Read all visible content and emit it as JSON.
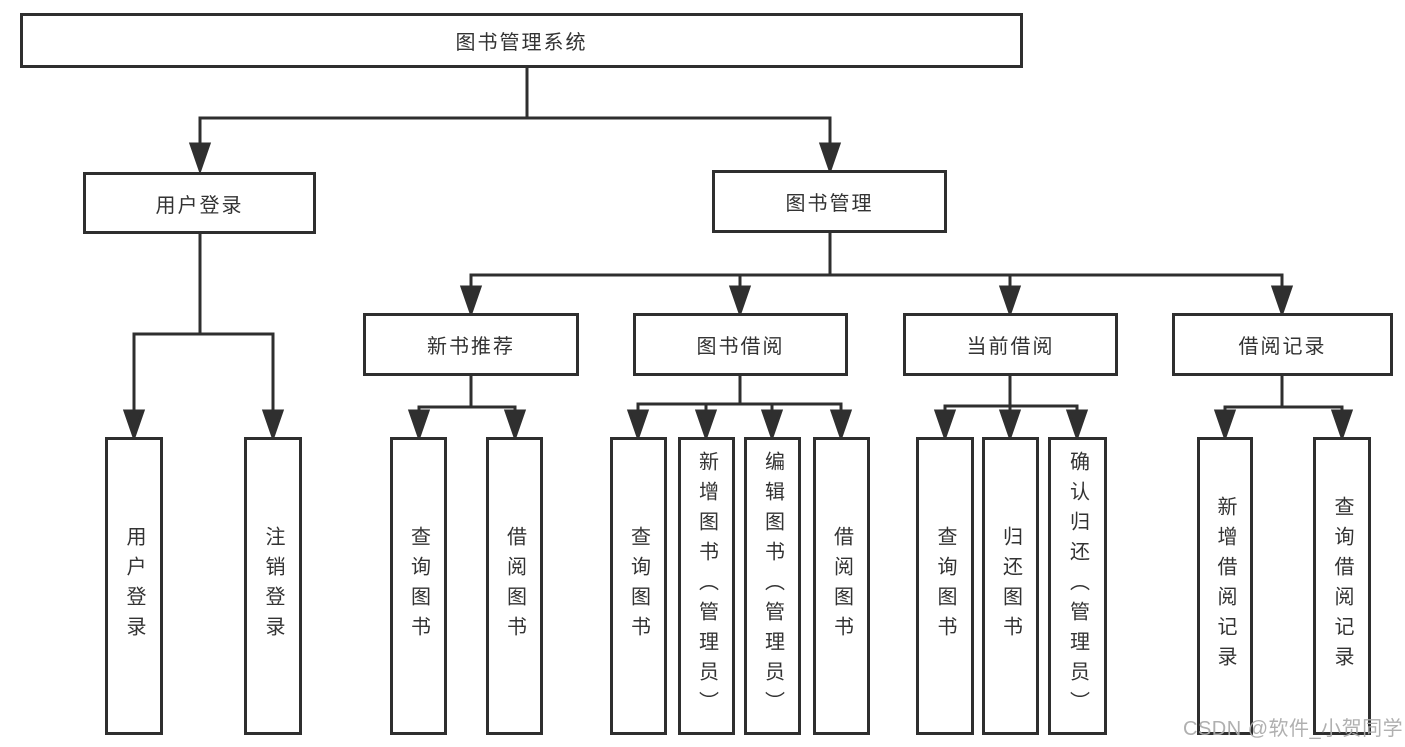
{
  "diagram": {
    "type": "hierarchy-tree",
    "title": "图书管理系统"
  },
  "colors": {
    "line": "#2f2f2f",
    "text": "#333333",
    "background": "#ffffff",
    "watermark": "#acacac"
  },
  "nodes": {
    "root": {
      "label": "图书管理系统"
    },
    "level2": [
      {
        "label": "用户登录"
      },
      {
        "label": "图书管理"
      }
    ],
    "level3": [
      {
        "label": "新书推荐"
      },
      {
        "label": "图书借阅"
      },
      {
        "label": "当前借阅"
      },
      {
        "label": "借阅记录"
      }
    ],
    "leaves": {
      "user_login": [
        "用户登录",
        "注销登录"
      ],
      "new_books": [
        "查询图书",
        "借阅图书"
      ],
      "book_borrow": [
        "查询图书",
        "新增图书（管理员）",
        "编辑图书（管理员）",
        "借阅图书"
      ],
      "current_borrow": [
        "查询图书",
        "归还图书",
        "确认归还（管理员）"
      ],
      "borrow_records": [
        "新增借阅记录",
        "查询借阅记录"
      ]
    }
  },
  "watermark": {
    "text": "CSDN @软件_小贺同学"
  }
}
